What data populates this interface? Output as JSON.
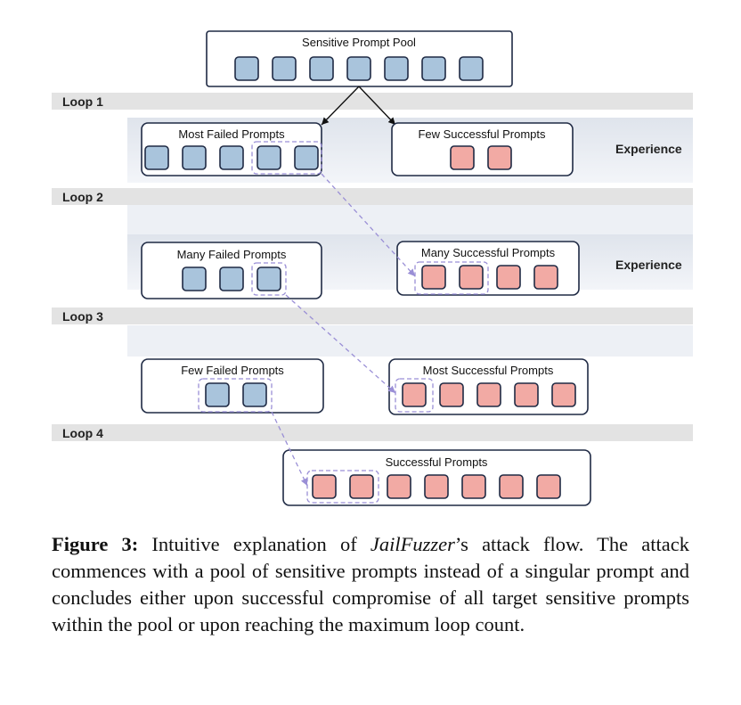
{
  "diagram": {
    "pool_title": "Sensitive Prompt Pool",
    "loops": [
      "Loop 1",
      "Loop 2",
      "Loop 3",
      "Loop 4"
    ],
    "experience_labels": [
      "Experience",
      "Experience"
    ],
    "stages": [
      {
        "failed_title": "Most Failed Prompts",
        "failed_count": 5,
        "success_title": "Few Successful Prompts",
        "success_count": 2
      },
      {
        "failed_title": "Many Failed Prompts",
        "failed_count": 3,
        "success_title": "Many Successful Prompts",
        "success_count": 4
      },
      {
        "failed_title": "Few Failed Prompts",
        "failed_count": 2,
        "success_title": "Most Successful Prompts",
        "success_count": 5
      }
    ],
    "final_title": "Successful Prompts",
    "pool_count": 7,
    "final_count": 7,
    "colors": {
      "failed_fill": "#a9c4dc",
      "success_fill": "#f2aaa4",
      "box_stroke": "#1f2a44",
      "loop_band": "#e3e3e3",
      "dashed": "#9a8fd6"
    }
  },
  "caption": {
    "label": "Figure 3:",
    "text_before": " Intuitive explanation of ",
    "emph": "JailFuzzer",
    "text_after": "’s attack flow. The attack commences with a pool of sensitive prompts instead of a singular prompt and concludes either upon successful compromise of all target sensitive prompts within the pool or upon reaching the maximum loop count."
  }
}
